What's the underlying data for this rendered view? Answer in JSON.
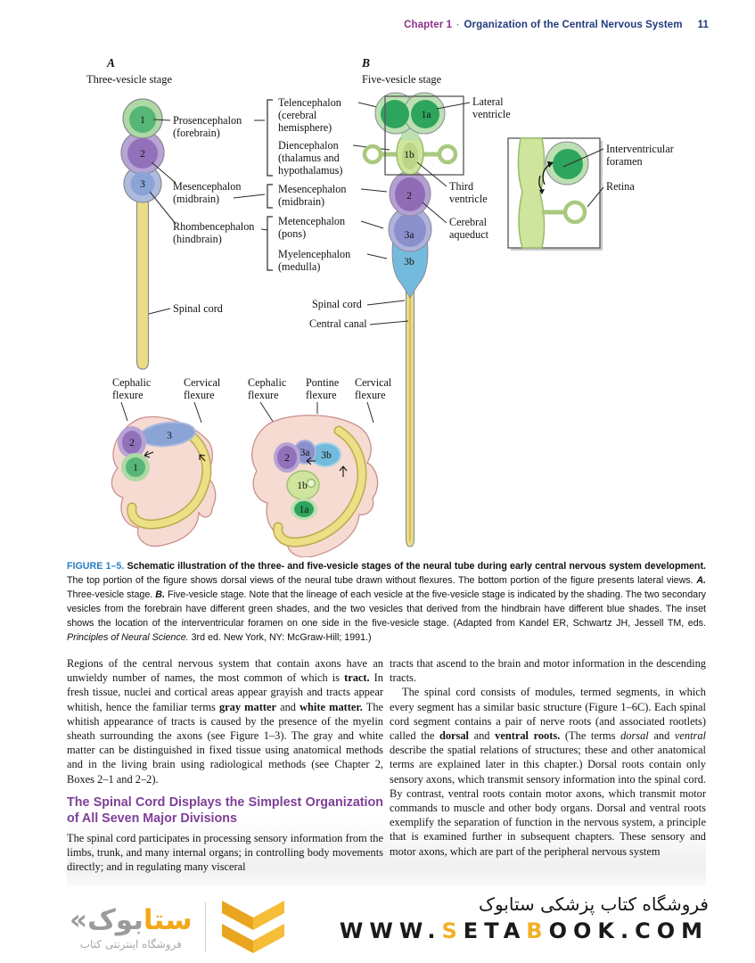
{
  "colors": {
    "header_chapter": "#8e2f8a",
    "header_title": "#223a7d",
    "figure_label_blue": "#2a7dc0",
    "heading_purple": "#7e3f97",
    "vesicle_green": "#56b678",
    "vesicle_green_dark": "#2ea55c",
    "vesicle_green_light": "#cfe49c",
    "vesicle_purple": "#9271bb",
    "vesicle_blue": "#8ba4d6",
    "vesicle_blue_slate": "#8a90cc",
    "vesicle_blue_light": "#74badc",
    "spinal_cord_yellow": "#eadd85",
    "embryo_pink": "#f6dbd2",
    "footer_yellow": "#f0b028"
  },
  "header": {
    "chapter": "Chapter 1",
    "separator": "·",
    "title": "Organization of the Central Nervous System",
    "page": "11"
  },
  "figure": {
    "panel_a": {
      "letter": "A",
      "stage": "Three-vesicle stage",
      "vesicle_numbers": [
        "1",
        "2",
        "3"
      ],
      "labels": {
        "prosencephalon": [
          "Prosencephalon",
          "(forebrain)"
        ],
        "mesencephalon": [
          "Mesencephalon",
          "(midbrain)"
        ],
        "rhombencephalon": [
          "Rhombencephalon",
          "(hindbrain)"
        ],
        "spinal_cord": "Spinal cord"
      }
    },
    "lineage_labels": {
      "telencephalon": [
        "Telencephalon",
        "(cerebral",
        "hemisphere)"
      ],
      "diencephalon": [
        "Diencephalon",
        "(thalamus and",
        "hypothalamus)"
      ],
      "mesencephalon": [
        "Mesencephalon",
        "(midbrain)"
      ],
      "metencephalon": [
        "Metencephalon",
        "(pons)"
      ],
      "myelencephalon": [
        "Myelencephalon",
        "(medulla)"
      ]
    },
    "panel_b": {
      "letter": "B",
      "stage": "Five-vesicle stage",
      "vesicle_numbers": [
        "1a",
        "1b",
        "2",
        "3a",
        "3b"
      ],
      "labels": {
        "lateral_ventricle": [
          "Lateral",
          "ventricle"
        ],
        "third_ventricle": [
          "Third",
          "ventricle"
        ],
        "cerebral_aqueduct": [
          "Cerebral",
          "aqueduct"
        ],
        "spinal_cord": "Spinal cord",
        "central_canal": "Central canal"
      }
    },
    "inset": {
      "labels": {
        "interventricular_foramen": [
          "Interventricular",
          "foramen"
        ],
        "retina": "Retina"
      }
    },
    "embryo_three": {
      "labels": {
        "cephalic_flexure": [
          "Cephalic",
          "flexure"
        ],
        "cervical_flexure": [
          "Cervical",
          "flexure"
        ]
      },
      "region_numbers": [
        "2",
        "3",
        "1"
      ]
    },
    "embryo_five": {
      "labels": {
        "cephalic_flexure": [
          "Cephalic",
          "flexure"
        ],
        "pontine_flexure": [
          "Pontine",
          "flexure"
        ],
        "cervical_flexure": [
          "Cervical",
          "flexure"
        ]
      },
      "region_numbers": [
        "2",
        "3a",
        "3b",
        "1b",
        "1a"
      ]
    }
  },
  "caption": {
    "figure_label": "FIGURE 1–5.",
    "lead_bold": "Schematic illustration of the three- and five-vesicle stages of the neural tube during early central nervous system development.",
    "text_1": " The top portion of the figure shows dorsal views of the neural tube drawn without flexures. The bottom portion of the figure presents lateral views. ",
    "a_label": "A.",
    "text_2": " Three-vesicle stage. ",
    "b_label": "B.",
    "text_3": " Five-vesicle stage. Note that the lineage of each vesicle at the five-vesicle stage is indicated by the shading. The two secondary vesicles from the forebrain have different green shades, and the two vesicles that derived from the hindbrain have different blue shades. The inset shows the location of the interventricular foramen on one side in the five-vesicle stage. (Adapted from Kandel ER, Schwartz JH, Jessell TM, eds. ",
    "source_italic": "Principles of Neural Science.",
    "text_4": " 3rd ed. New York, NY: McGraw-Hill; 1991.)"
  },
  "body": {
    "left": {
      "p1": {
        "s0": "Regions of the central nervous system that contain axons have an unwieldy number of names, the most common of which is ",
        "b0": "tract.",
        "s1": " In fresh tissue, nuclei and cortical areas appear grayish and tracts appear whitish, hence the familiar terms ",
        "b1": "gray matter",
        "s2": " and ",
        "b2": "white matter.",
        "s3": " The whitish appearance of tracts is caused by the presence of the myelin sheath surrounding the axons (see Figure 1–3). The gray and white matter can be distinguished in fixed tissue using anatomical methods and in the living brain using radiological methods (see Chapter 2, Boxes 2–1 and 2–2)."
      },
      "heading": "The Spinal Cord Displays the Simplest Organization of All Seven Major Divisions",
      "p2": "The spinal cord participates in processing sensory information from the limbs, trunk, and many internal organs; in controlling body movements directly; and in regulating many visceral"
    },
    "right": {
      "p1": "tracts that ascend to the brain and motor information in the descending tracts.",
      "p2": {
        "s0": "The spinal cord consists of modules, termed segments, in which every segment has a similar basic structure (Figure 1–6C). Each spinal cord segment contains a pair of nerve roots (and associated rootlets) called the ",
        "b0": "dorsal",
        "s1": " and ",
        "b1": "ventral roots.",
        "s2": " (The terms ",
        "i0": "dorsal",
        "s3": " and ",
        "i1": "ventral",
        "s4": " describe the spatial relations of structures; these and other anatomical terms are explained later in this chapter.) Dorsal roots contain only sensory axons, which transmit sensory information into the spinal cord. By contrast, ventral roots contain motor axons, which transmit motor commands to muscle and other body organs. Dorsal and ventral roots exemplify the separation of function in the nervous system, a principle that is examined further in subsequent chapters. These sensory and motor axons, which are part of the peripheral nervous system"
      }
    }
  },
  "footer": {
    "wordmark": {
      "guillemet": "«",
      "part_gray": "بوک",
      "part_yellow": "ستا"
    },
    "tagline": "فروشگاه اینترنتی کتاب",
    "store_title": "فروشگاه کتاب پزشکی ستابوک",
    "url": {
      "w": "WWW.",
      "s": "S",
      "eta": "ETA",
      "b": "B",
      "ook": "OOK.COM"
    }
  }
}
